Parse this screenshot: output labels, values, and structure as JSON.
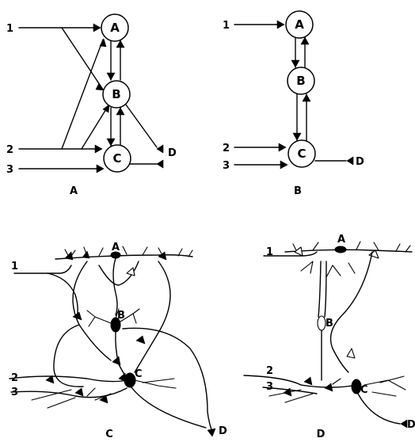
{
  "panels": [
    {
      "id": "A",
      "caption": "A",
      "nodes": [
        "A",
        "B",
        "C"
      ],
      "inputs": [
        "1",
        "2",
        "3"
      ],
      "output": "D"
    },
    {
      "id": "B",
      "caption": "B",
      "nodes": [
        "A",
        "B",
        "C"
      ],
      "inputs": [
        "1",
        "2",
        "3"
      ],
      "output": "D"
    },
    {
      "id": "C",
      "caption": "C",
      "cells": [
        "A",
        "B",
        "C"
      ],
      "inputs": [
        "1",
        "2",
        "3"
      ],
      "output": "D"
    },
    {
      "id": "D",
      "caption": "D",
      "cells": [
        "A",
        "B",
        "C"
      ],
      "inputs": [
        "1",
        "2",
        "3"
      ],
      "output": "D"
    }
  ]
}
